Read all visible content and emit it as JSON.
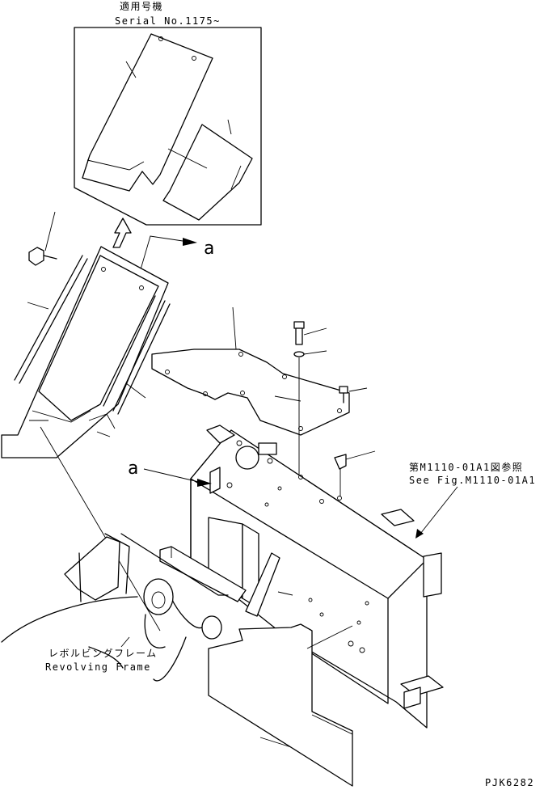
{
  "callouts": {
    "applicable_ja": "適用号機",
    "applicable_serial": "Serial No.1175~",
    "ref_ja": "第M1110-01A1図参照",
    "ref_en": "See Fig.M1110-01A1",
    "frame_ja": "レボルビングフレーム",
    "frame_en": "Revolving Frame",
    "marker_a": "a",
    "drawing_code": "PJK6282"
  }
}
